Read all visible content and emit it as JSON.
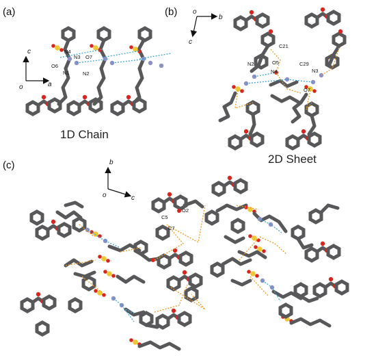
{
  "panels": {
    "a": {
      "label": "(a)",
      "caption": "1D Chain",
      "axes": {
        "vertical": "c",
        "horizontal": "a",
        "origin": "o"
      },
      "atoms": [
        "N4",
        "O7",
        "N3",
        "O6",
        "N1",
        "N2"
      ]
    },
    "b": {
      "label": "(b)",
      "caption": "2D Sheet",
      "axes": {
        "horizontal": "b",
        "vertical": "c",
        "origin": "o"
      },
      "atoms": [
        "C21",
        "N2",
        "O5",
        "C29",
        "N4",
        "N3",
        "O7"
      ]
    },
    "c": {
      "label": "(c)",
      "axes": {
        "vertical": "b",
        "horizontal": "c",
        "origin": "o"
      },
      "atoms": [
        "O2",
        "C5",
        "C7"
      ]
    }
  },
  "colors": {
    "carbon": "#58585a",
    "nitrogen": "#8e8ec9",
    "oxygen": "#d8261f",
    "sulfur": "#ecc832",
    "hbond_blue": "#3aa7d6",
    "hbond_orange": "#ef9a1f"
  }
}
